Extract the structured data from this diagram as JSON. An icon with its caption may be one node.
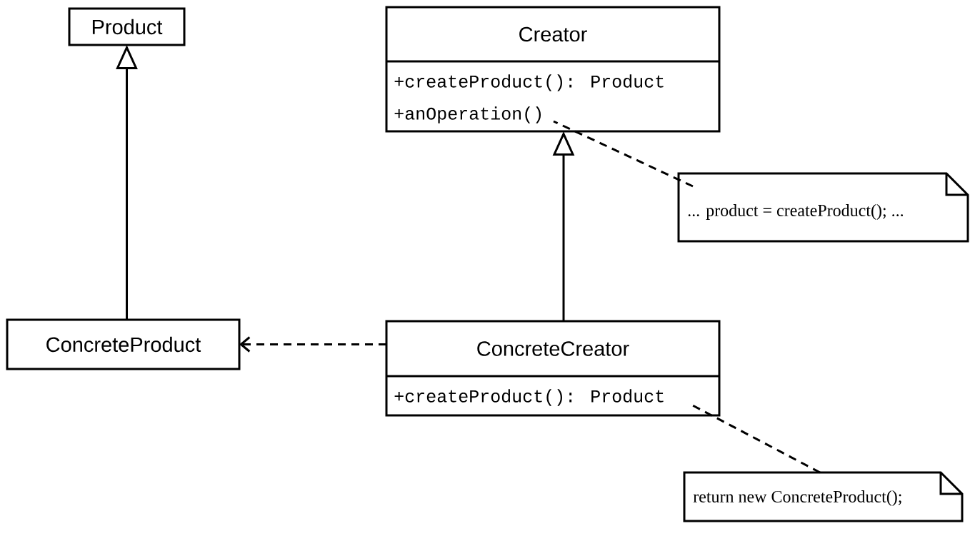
{
  "diagram": {
    "nodes": [
      {
        "text": [
          "Product"
        ]
      },
      {
        "text": [
          "Creator",
          "+createProduct(): Product",
          "+anOperation()"
        ]
      },
      {
        "text": [
          "... product = createProduct(); ..."
        ]
      },
      {
        "text": [
          "ConcreteProduct"
        ]
      },
      {
        "text": [
          "ConcreteCreator",
          "+createProduct(): Product"
        ]
      },
      {
        "text": [
          "return new ConcreteProduct();"
        ]
      }
    ],
    "edges": [
      {
        "from": 3,
        "to": 0,
        "arrow": "to"
      },
      {
        "from": 4,
        "to": 1,
        "arrow": "to"
      },
      {
        "from": 4,
        "to": 3,
        "arrow": "to",
        "style": "dashed"
      },
      {
        "from": 2,
        "to": 1,
        "arrow": "none",
        "style": "dashed"
      },
      {
        "from": 5,
        "to": 4,
        "arrow": "none",
        "style": "dashed"
      }
    ]
  }
}
